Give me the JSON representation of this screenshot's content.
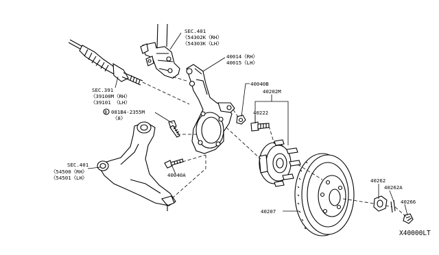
{
  "labels": {
    "strut_sec": "SEC.401",
    "strut_rh": "〈54302K〈RH〉",
    "strut_lh": "〈54303K〈LH〉",
    "knuckle_rh": "40014〈RH〉",
    "knuckle_lh": "40015〈LH〉",
    "shaft_sec": "SEC.391",
    "shaft_rh": "〈39100M〈RH〉",
    "shaft_lh": "〈39101 〈LH〉",
    "bolt_b_part": "081B4-2355M",
    "bolt_b_symbol": "B",
    "bolt_b_qty": "〈8〉",
    "nut_upper": "40040B",
    "hub_assy": "40202M",
    "hub_bolt": "40222",
    "lca_sec": "SEC.401",
    "lca_rh": "〈54500〈RH〉",
    "lca_lh": "〈54501〈LH〉",
    "bolt_lower": "40040A",
    "rotor": "40207",
    "hub_nut": "40262",
    "hub_nut_cap": "40262A",
    "cotter_pin": "40266",
    "diagram_code": "X40000LT"
  }
}
